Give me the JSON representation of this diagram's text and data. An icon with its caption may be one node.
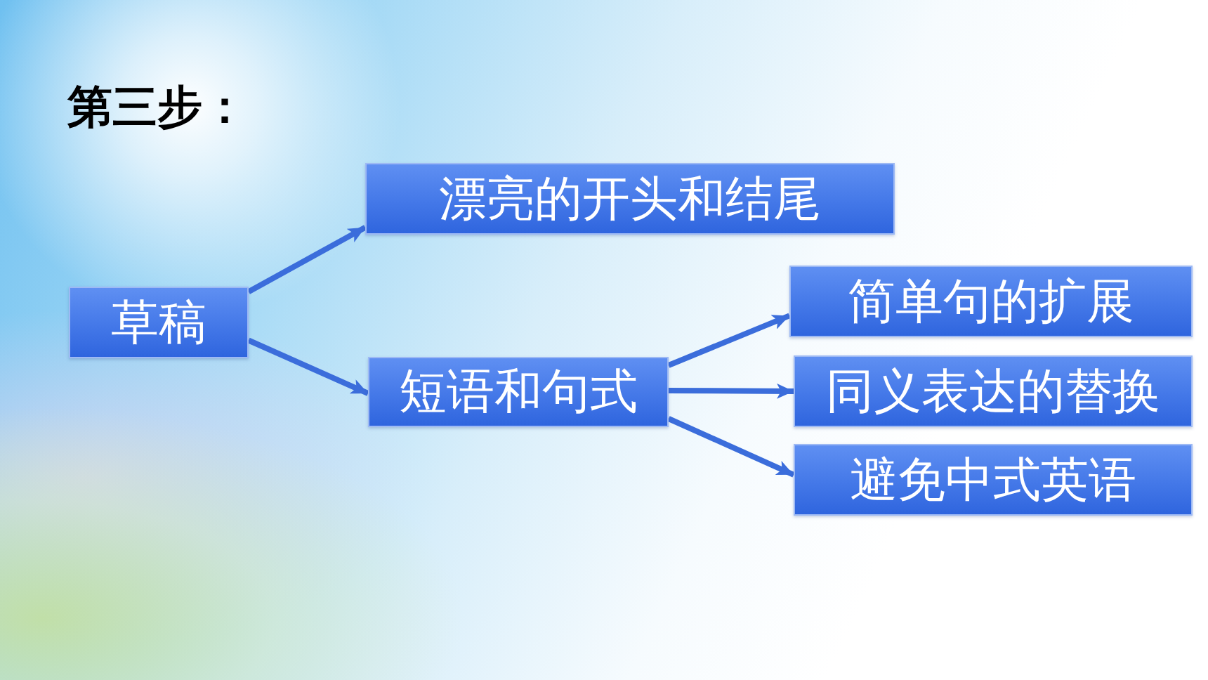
{
  "diagram": {
    "title": "第三步：",
    "nodes": [
      {
        "text": [
          "草稿"
        ]
      },
      {
        "text": [
          "漂亮的开头和结尾"
        ]
      },
      {
        "text": [
          "短语和句式"
        ]
      },
      {
        "text": [
          "简单句的扩展"
        ]
      },
      {
        "text": [
          "同义表达的替换"
        ]
      },
      {
        "text": [
          "避免中式英语"
        ]
      }
    ],
    "edges": [
      {
        "from": 0,
        "to": 1,
        "arrow": "to"
      },
      {
        "from": 0,
        "to": 2,
        "arrow": "to"
      },
      {
        "from": 2,
        "to": 3,
        "arrow": "to"
      },
      {
        "from": 2,
        "to": 4,
        "arrow": "to"
      },
      {
        "from": 2,
        "to": 5,
        "arrow": "to"
      }
    ]
  }
}
